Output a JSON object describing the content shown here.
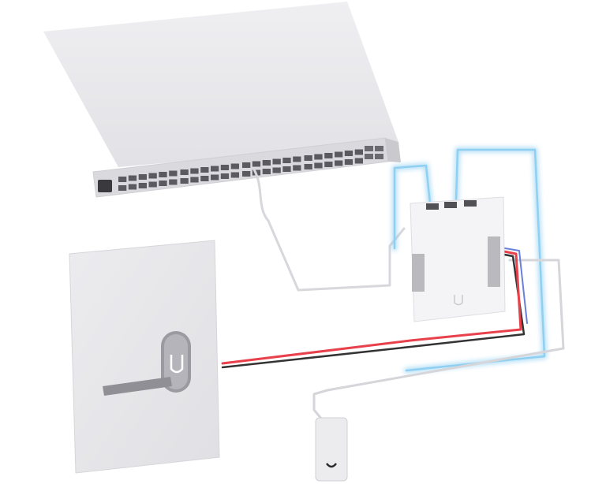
{
  "diagram": {
    "components": [
      {
        "id": "network-switch",
        "icon": "switch-icon",
        "ports_front": 48,
        "sfp_ports": 4
      },
      {
        "id": "door-hub",
        "icon": "hub-icon"
      },
      {
        "id": "door-lock",
        "icon": "lock-icon"
      },
      {
        "id": "access-reader",
        "icon": "reader-icon"
      }
    ],
    "connections": [
      {
        "from": "network-switch",
        "to": "door-hub",
        "type": "ethernet"
      },
      {
        "from": "door-hub",
        "to": "network-switch",
        "type": "uplink",
        "highlight": "#7fc8f0"
      },
      {
        "from": "door-hub",
        "to": "door-lock",
        "type": "power",
        "colors": [
          "#e8414b",
          "#333333"
        ]
      },
      {
        "from": "door-hub",
        "to": "access-reader",
        "type": "ethernet"
      }
    ],
    "colors": {
      "device": "#ececef",
      "wall": "#e7e7ea",
      "cable": "#dcdce0",
      "highlight": "#7fc8f0",
      "wire_red": "#e8414b",
      "wire_dark": "#333333",
      "wire_blue": "#6a7fd8"
    }
  }
}
